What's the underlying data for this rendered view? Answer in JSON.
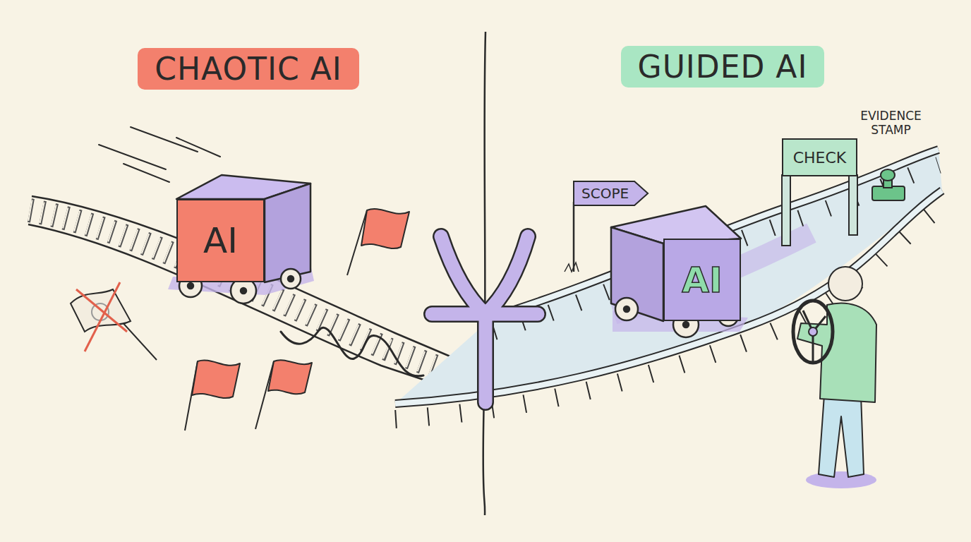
{
  "diagram": {
    "nodes": [
      {
        "text": [
          "CHAOTIC AI"
        ]
      },
      {
        "text": [
          "GUIDED AI"
        ]
      },
      {
        "text": [
          "AI"
        ]
      },
      {
        "text": [
          "SCOPE"
        ]
      },
      {
        "text": [
          "CHECK"
        ]
      },
      {
        "text": [
          "AI"
        ]
      }
    ],
    "labels": [
      "EVIDENCE STAMP"
    ]
  }
}
